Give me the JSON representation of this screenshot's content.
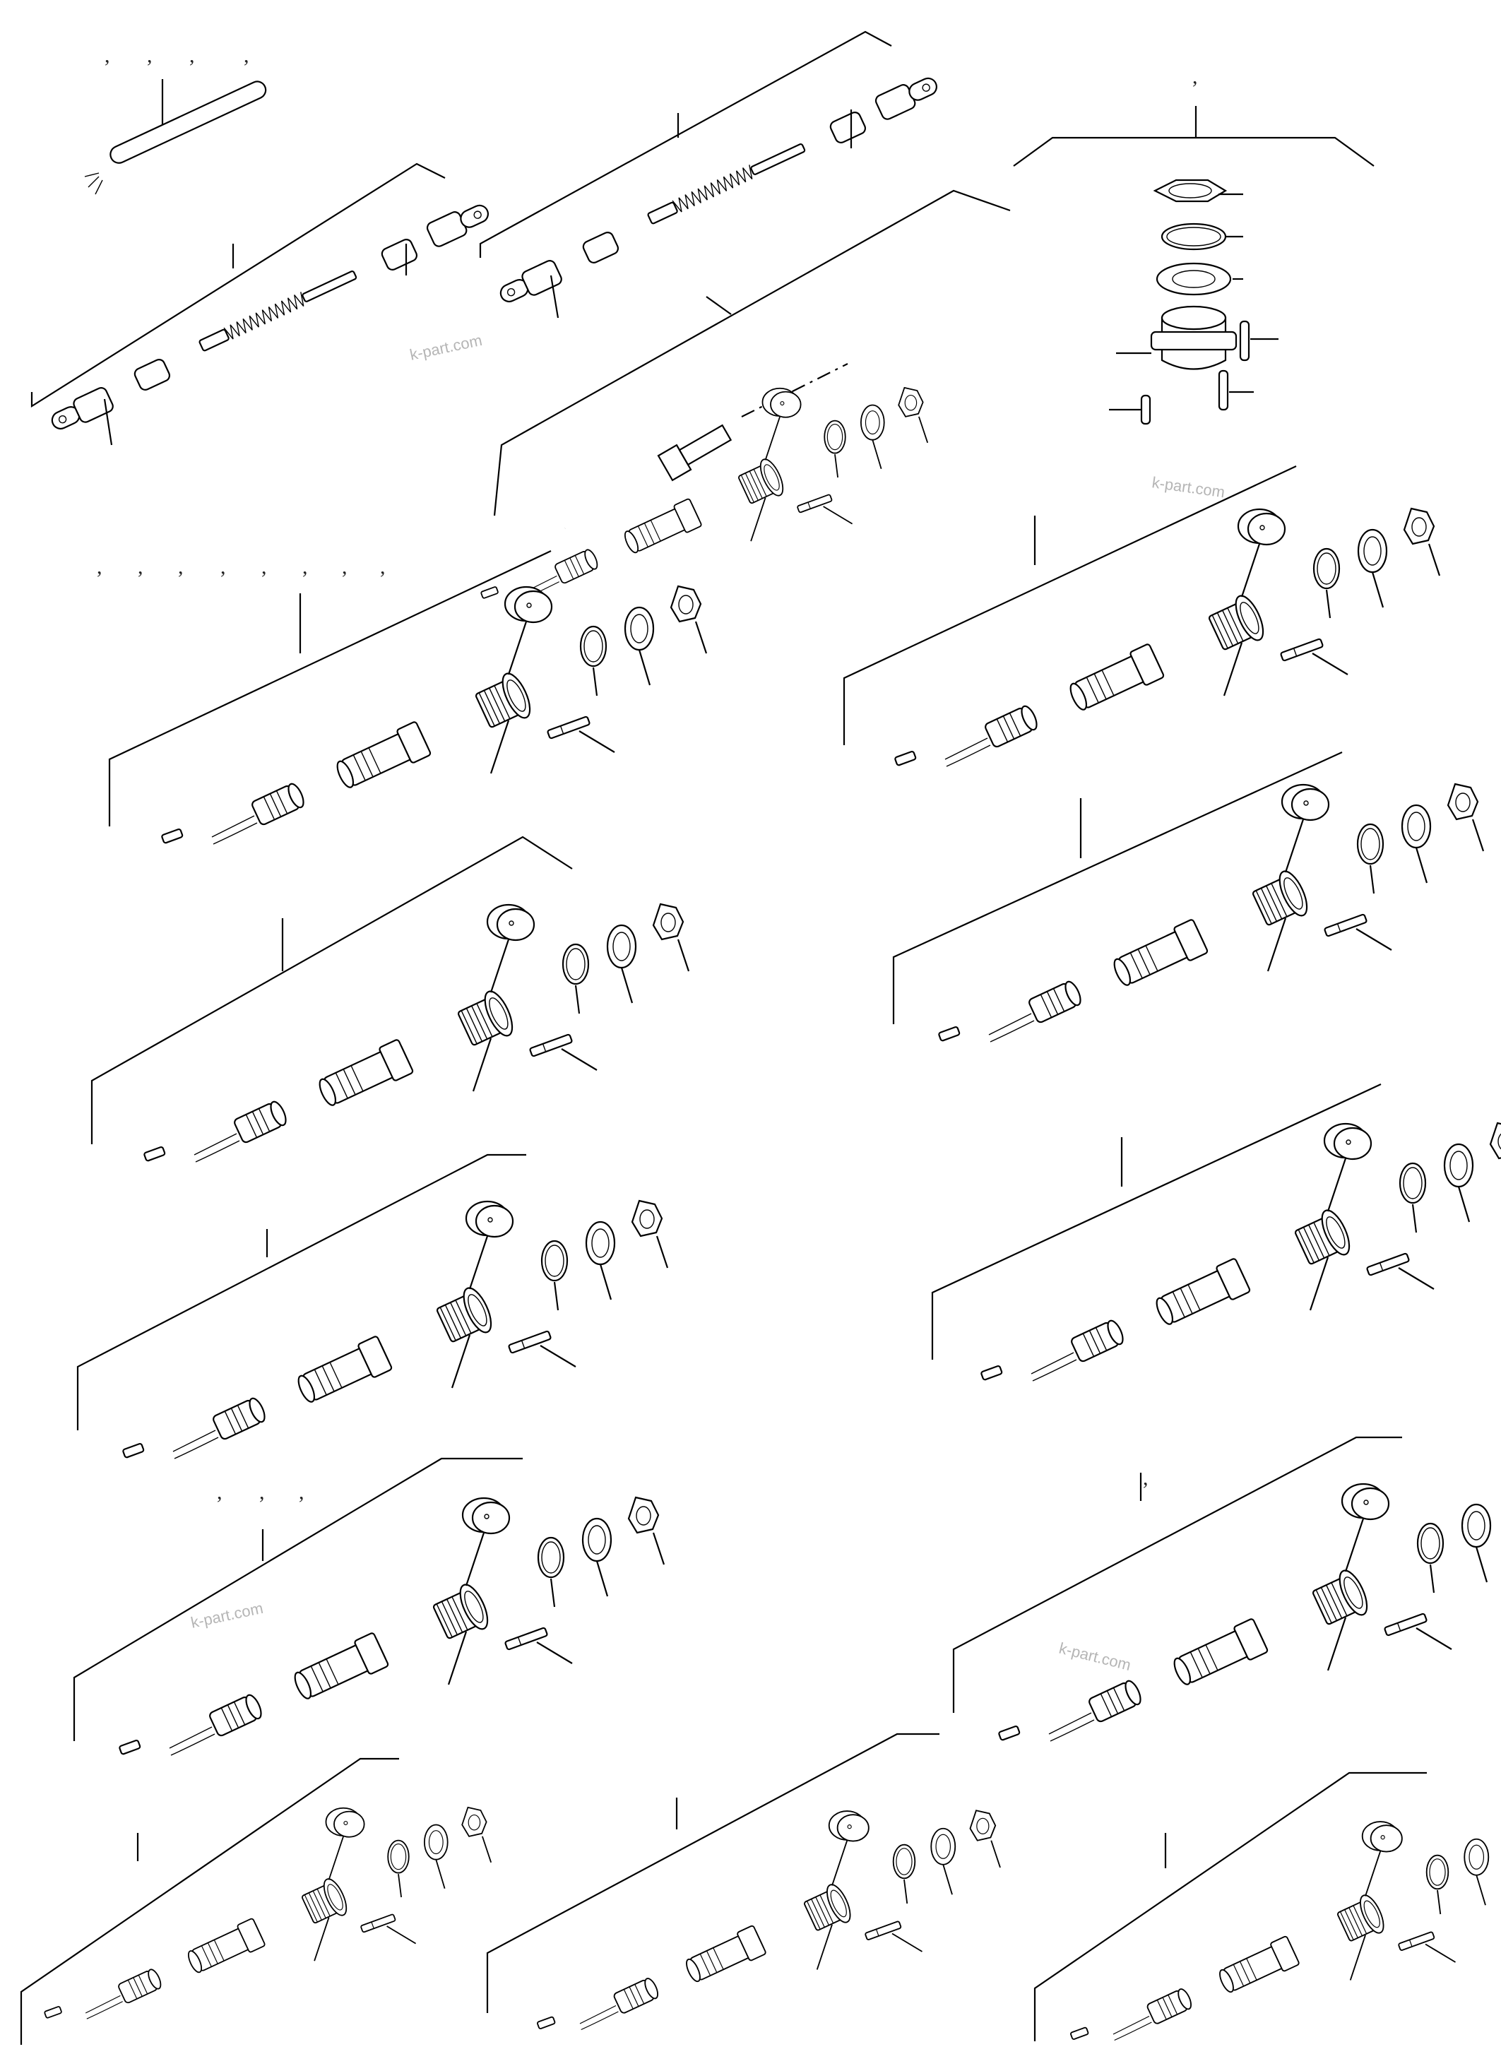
{
  "diagram": {
    "watermarks": [
      {
        "id": "wm1",
        "text": "k-part.com"
      },
      {
        "id": "wm2",
        "text": "k-part.com"
      },
      {
        "id": "wm3",
        "text": "k-part.com"
      },
      {
        "id": "wm4",
        "text": "k-part.com"
      }
    ],
    "comma_groups": [
      {
        "id": "cg-top-left",
        "marks": [
          ",",
          ",",
          ",",
          ","
        ]
      },
      {
        "id": "cg-top-right",
        "marks": [
          ","
        ]
      },
      {
        "id": "cg-mid-left",
        "marks": [
          ",",
          ",",
          ",",
          ",",
          ",",
          ",",
          ",",
          ","
        ]
      },
      {
        "id": "cg-low-left",
        "marks": [
          ",",
          ",",
          ","
        ]
      },
      {
        "id": "cg-low-right",
        "marks": [
          ","
        ]
      }
    ],
    "colors": {
      "line": "#000000",
      "background": "#ffffff",
      "watermark": "#b5b5b5"
    }
  }
}
